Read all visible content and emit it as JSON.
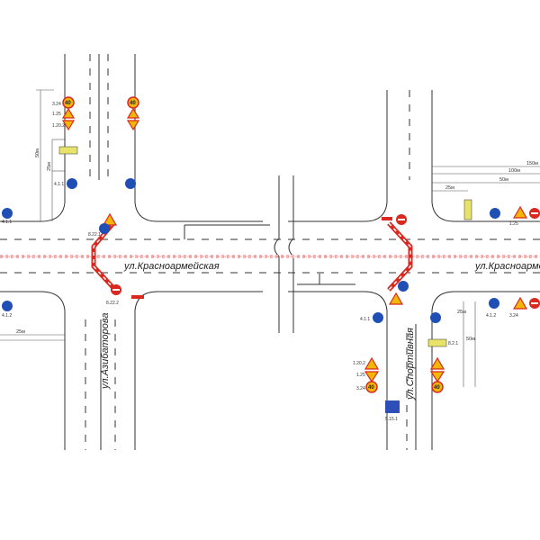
{
  "streets": {
    "main_left": "ул.Красноармейская",
    "main_right": "ул.Красноармейская",
    "cross_left": "ул.Азибаторова",
    "cross_right": "ул.Спортивная"
  },
  "distances": {
    "d25_upper_left": "25м",
    "d50_upper_left": "50м",
    "d25_lower_left": "25м",
    "d150": "150м",
    "d100": "100м",
    "d50_right": "50м",
    "d25_right": "25м",
    "d25_lower_right": "25м",
    "d50_lower_right": "50м"
  },
  "speed_limit": "40",
  "sign_codes": {
    "ul_a": "3.24",
    "ul_b": "1.25",
    "ul_c": "1.20.2",
    "ul_d": "4.1.1",
    "ur_a": "1.25",
    "ur_b": "3.24",
    "lr_a": "1.20.2",
    "lr_b": "1.25",
    "lr_c": "3.24",
    "lr_d": "5.15.1",
    "lr_e": "4.1.1",
    "lr_f": "8.2.1",
    "ll_a": "4.1.2",
    "ll_b": "4.1.1",
    "r_a": "4.1.2",
    "c_a": "8.22.1",
    "c_b": "8.22.2"
  },
  "colors": {
    "fence": "#d9281f",
    "prohibition": "#d9281f",
    "mandatory": "#1f4fb5",
    "warning": "#f2b705",
    "information": "#2e4fb8",
    "plate": "#e7e26a",
    "axis": "#f0b8b8"
  }
}
